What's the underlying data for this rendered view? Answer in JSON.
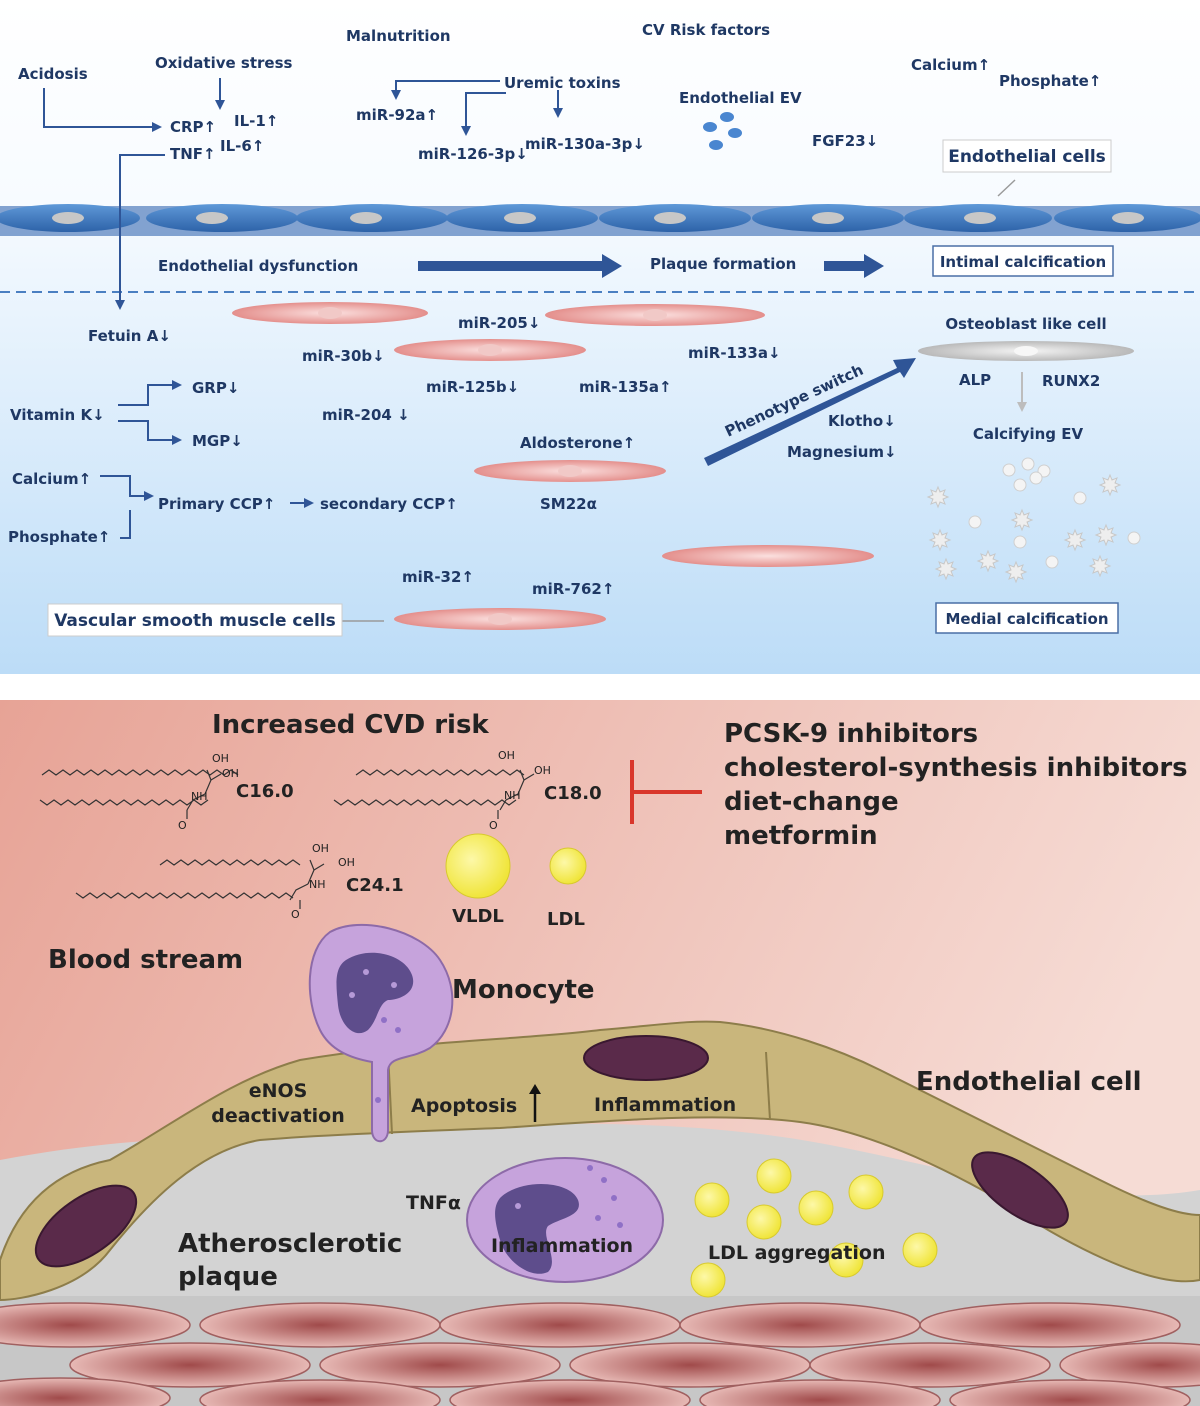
{
  "top_panel": {
    "labels": {
      "acidosis": "Acidosis",
      "oxidative_stress": "Oxidative stress",
      "malnutrition": "Malnutrition",
      "cv_risk_factors": "CV Risk factors",
      "calcium_top": "Calcium↑",
      "phosphate_top": "Phosphate↑",
      "crp": "CRP↑",
      "il1": "IL-1↑",
      "tnf": "TNF↑",
      "il6": "IL-6↑",
      "uremic_toxins": "Uremic toxins",
      "mir92a": "miR-92a↑",
      "mir126": "miR-126-3p↓",
      "mir130a": "miR-130a-3p↓",
      "endothelial_ev": "Endothelial EV",
      "fgf23": "FGF23↓",
      "endothelial_cells": "Endothelial cells",
      "endothelial_dysfunction": "Endothelial dysfunction",
      "plaque_formation": "Plaque formation",
      "intimal_calcification": "Intimal calcification",
      "fetuin_a": "Fetuin A↓",
      "mir205": "miR-205↓",
      "mir30b": "miR-30b↓",
      "mir133a": "miR-133a↓",
      "mir125b": "miR-125b↓",
      "mir135a": "miR-135a↑",
      "mir204": "miR-204 ↓",
      "osteoblast_like_cell": "Osteoblast like cell",
      "alp": "ALP",
      "runx2": "RUNX2",
      "vitamin_k": "Vitamin K↓",
      "grp": "GRP↓",
      "mgp": "MGP↓",
      "phenotype_switch": "Phenotype switch",
      "klotho": "Klotho↓",
      "magnesium": "Magnesium↓",
      "aldosterone": "Aldosterone↑",
      "calcifying_ev": "Calcifying EV",
      "calcium_left": "Calcium↑",
      "phosphate_left": "Phosphate↑",
      "primary_ccp": "Primary CCP↑",
      "secondary_ccp": "secondary CCP↑",
      "sm22a": "SM22α",
      "mir32": "miR-32↑",
      "mir762": "miR-762↑",
      "vascular_smooth_muscle_cells": "Vascular smooth muscle cells",
      "medial_calcification": "Medial calcification"
    }
  },
  "bottom_panel": {
    "labels": {
      "increased_cvd_risk": "Increased CVD risk",
      "c16": "C16.0",
      "c18": "C18.0",
      "c24": "C24.1",
      "oh": "OH",
      "nh": "NH",
      "o": "O",
      "vldl": "VLDL",
      "ldl": "LDL",
      "blood_stream": "Blood stream",
      "monocyte": "Monocyte",
      "enos_line1": "eNOS",
      "enos_line2": "deactivation",
      "apoptosis": "Apoptosis",
      "inflammation_endo": "Inflammation",
      "endothelial_cell": "Endothelial cell",
      "tnfa": "TNFα",
      "inflammation_plaque": "Inflammation",
      "ldl_aggregation": "LDL aggregation",
      "athero_line1": "Atherosclerotic",
      "athero_line2": "plaque"
    },
    "therapies": [
      "PCSK-9 inhibitors",
      "cholesterol-synthesis inhibitors",
      "diet-change",
      "metformin"
    ]
  },
  "colors": {
    "dark_blue": "#1f3864",
    "endothelium_blue": "#3d78c4",
    "smooth_muscle_pink": "#e79a98",
    "blood_salmon": "#e8a99c",
    "endothelial_tan": "#c9b67c",
    "plaque_gray": "#d3d3d3",
    "monocyte_purple": "#c6a3dc",
    "lipid_yellow": "#f6ef5a",
    "inhibitor_red": "#d9362b"
  }
}
